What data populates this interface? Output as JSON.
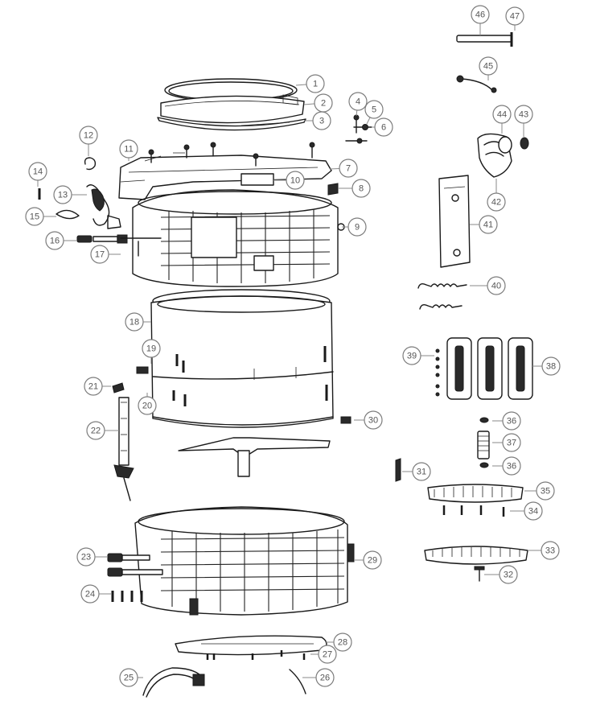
{
  "callouts": [
    {
      "number": "1"
    },
    {
      "number": "2"
    },
    {
      "number": "3"
    },
    {
      "number": "4"
    },
    {
      "number": "5"
    },
    {
      "number": "6"
    },
    {
      "number": "7"
    },
    {
      "number": "8"
    },
    {
      "number": "9"
    },
    {
      "number": "10"
    },
    {
      "number": "11"
    },
    {
      "number": "12"
    },
    {
      "number": "13"
    },
    {
      "number": "14"
    },
    {
      "number": "15"
    },
    {
      "number": "16"
    },
    {
      "number": "17"
    },
    {
      "number": "18"
    },
    {
      "number": "19"
    },
    {
      "number": "20"
    },
    {
      "number": "21"
    },
    {
      "number": "22"
    },
    {
      "number": "23"
    },
    {
      "number": "24"
    },
    {
      "number": "25"
    },
    {
      "number": "26"
    },
    {
      "number": "27"
    },
    {
      "number": "28"
    },
    {
      "number": "29"
    },
    {
      "number": "30"
    },
    {
      "number": "31"
    },
    {
      "number": "32"
    },
    {
      "number": "33"
    },
    {
      "number": "34"
    },
    {
      "number": "35"
    },
    {
      "number": "36"
    },
    {
      "number": "36"
    },
    {
      "number": "37"
    },
    {
      "number": "38"
    },
    {
      "number": "39"
    },
    {
      "number": "40"
    },
    {
      "number": "41"
    },
    {
      "number": "42"
    },
    {
      "number": "43"
    },
    {
      "number": "44"
    },
    {
      "number": "45"
    },
    {
      "number": "46"
    },
    {
      "number": "47"
    }
  ]
}
